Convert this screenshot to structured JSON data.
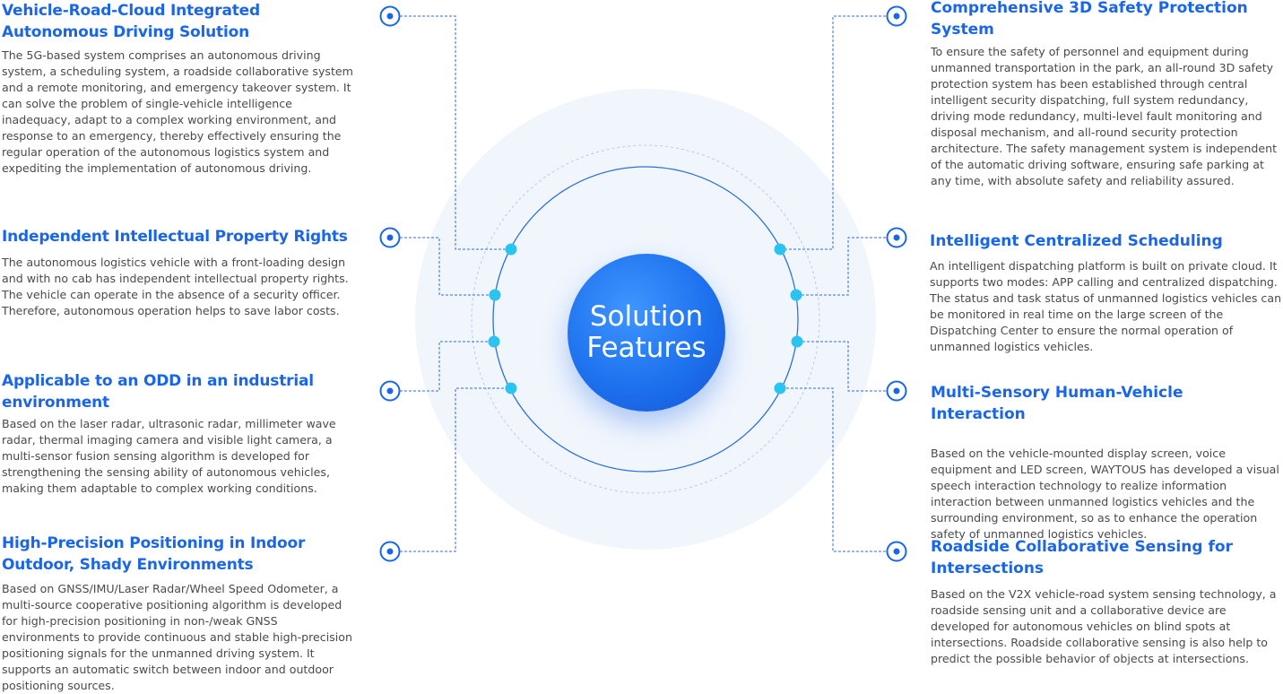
{
  "center": {
    "line1": "Solution",
    "line2": "Features"
  },
  "colors": {
    "accent": "#1a66e6",
    "line": "#2f6fd8",
    "node": "#29c5f0",
    "halo": "#f1f6fd"
  },
  "features_left": [
    {
      "title": "Vehicle-Road-Cloud Integrated Autonomous Driving Solution",
      "body": "The 5G-based system comprises an autonomous driving system, a scheduling system, a roadside collaborative system and a remote monitoring, and emergency takeover system. It can solve the problem of single-vehicle intelligence inadequacy, adapt to a complex working environment, and response to an emergency, thereby effectively ensuring the regular operation of the autonomous logistics system and expediting the implementation of autonomous driving."
    },
    {
      "title": "Independent Intellectual Property Rights",
      "body": "The autonomous logistics vehicle with a front-loading design and with no cab has independent intellectual property rights. The vehicle can operate in the absence of a security officer. Therefore, autonomous operation helps to save labor costs."
    },
    {
      "title": "Applicable to an ODD in an industrial environment",
      "body": "Based on the laser radar, ultrasonic radar, millimeter wave radar, thermal imaging camera and visible light camera, a multi-sensor fusion sensing algorithm is developed for strengthening the sensing ability of autonomous vehicles, making them adaptable to complex working conditions."
    },
    {
      "title": "High-Precision Positioning in Indoor Outdoor, Shady Environments",
      "body": "Based on GNSS/IMU/Laser Radar/Wheel Speed Odometer, a multi-source cooperative positioning algorithm is developed for high-precision positioning in non-/weak GNSS environments to provide continuous and stable high-precision positioning signals for the unmanned driving system. It supports an automatic switch between indoor and outdoor positioning sources."
    }
  ],
  "features_right": [
    {
      "title": "Comprehensive 3D Safety Protection System",
      "body": "To ensure the safety of personnel and equipment during unmanned transportation in the park, an all-round 3D safety protection system has been established through central intelligent security dispatching, full system redundancy, driving mode redundancy, multi-level fault monitoring and disposal mechanism, and all-round security protection architecture. The safety management system is independent of the automatic driving software, ensuring safe parking at any time, with absolute safety and reliability assured."
    },
    {
      "title": "Intelligent Centralized Scheduling",
      "body": "An intelligent dispatching platform is built on private cloud. It supports two modes: APP calling and centralized dispatching. The status and task status of unmanned logistics vehicles can be monitored in real time on the large screen of the Dispatching Center to ensure the normal operation of unmanned logistics vehicles."
    },
    {
      "title": "Multi-Sensory Human-Vehicle Interaction",
      "body": "Based on the vehicle-mounted display screen, voice equipment and LED screen, WAYTOUS has developed a visual speech interaction technology to realize information interaction between unmanned logistics vehicles and the surrounding environment, so as to enhance the operation safety of unmanned logistics vehicles."
    },
    {
      "title": "Roadside Collaborative Sensing for Intersections",
      "body": "Based on the V2X vehicle-road system sensing technology, a roadside sensing unit and a collaborative device are developed for autonomous vehicles on blind spots at intersections. Roadside collaborative sensing is also help to predict the possible behavior of objects at intersections."
    }
  ]
}
